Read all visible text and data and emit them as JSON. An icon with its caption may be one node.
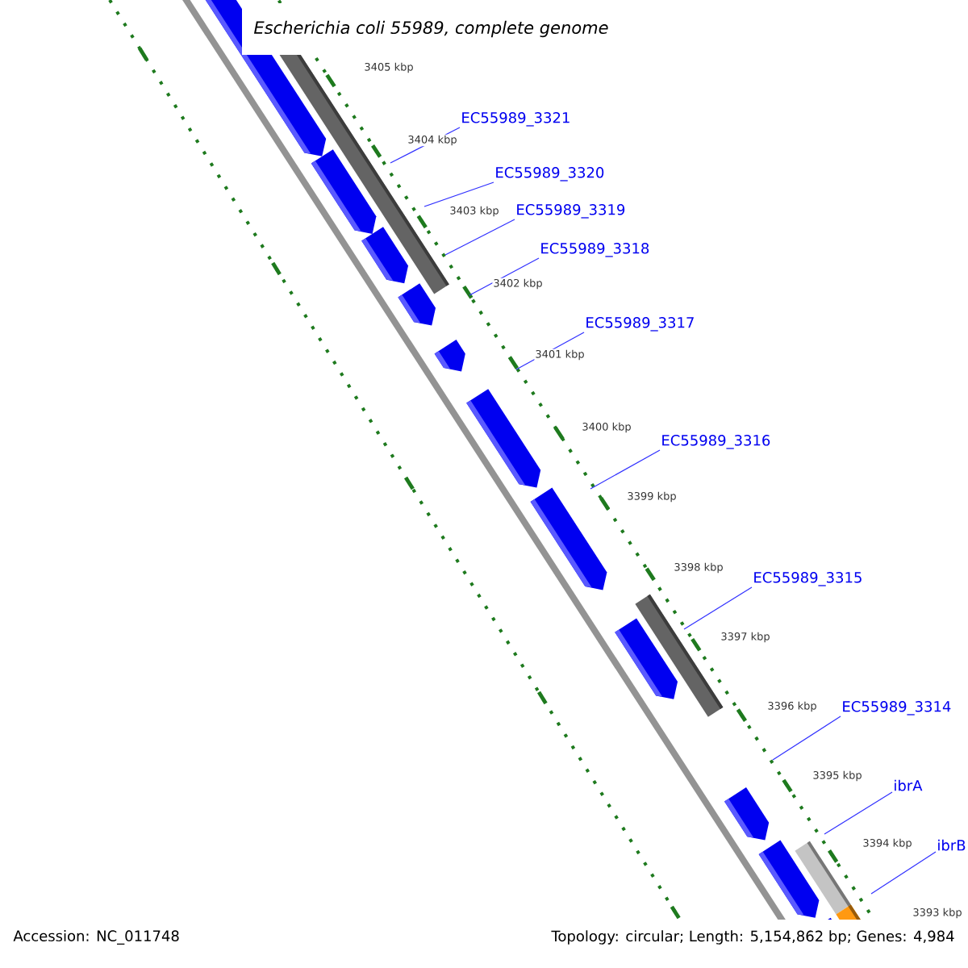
{
  "diagram": {
    "title": "Escherichia coli 55989, complete genome",
    "nodes": [
      {
        "text": [
          "EC55989_3321"
        ]
      },
      {
        "text": [
          "EC55989_3320"
        ]
      },
      {
        "text": [
          "EC55989_3319"
        ]
      },
      {
        "text": [
          "EC55989_3318"
        ]
      },
      {
        "text": [
          "EC55989_3317"
        ]
      },
      {
        "text": [
          "EC55989_3316"
        ]
      },
      {
        "text": [
          "EC55989_3315"
        ]
      },
      {
        "text": [
          "EC55989_3314"
        ]
      },
      {
        "text": [
          "ibrA"
        ]
      },
      {
        "text": [
          "ibrB"
        ]
      }
    ],
    "edges": [
      {
        "from": 0,
        "to": null,
        "arrow": "none"
      },
      {
        "from": 1,
        "to": null,
        "arrow": "none"
      },
      {
        "from": 2,
        "to": null,
        "arrow": "none"
      },
      {
        "from": 3,
        "to": null,
        "arrow": "none"
      },
      {
        "from": 4,
        "to": null,
        "arrow": "none"
      },
      {
        "from": 5,
        "to": null,
        "arrow": "none"
      },
      {
        "from": 6,
        "to": null,
        "arrow": "none"
      },
      {
        "from": 7,
        "to": null,
        "arrow": "none"
      },
      {
        "from": 8,
        "to": null,
        "arrow": "none"
      },
      {
        "from": 9,
        "to": null,
        "arrow": "none"
      }
    ],
    "labels": [
      "3405 kbp",
      "3404 kbp",
      "3403 kbp",
      "3402 kbp",
      "3401 kbp",
      "3400 kbp",
      "3399 kbp",
      "3398 kbp",
      "3397 kbp",
      "3396 kbp",
      "3395 kbp",
      "3394 kbp",
      "3393 kbp",
      "Accession: NC_011748",
      "Topology: circular; Length: 5,154,862 bp; Genes: 4,984"
    ]
  }
}
